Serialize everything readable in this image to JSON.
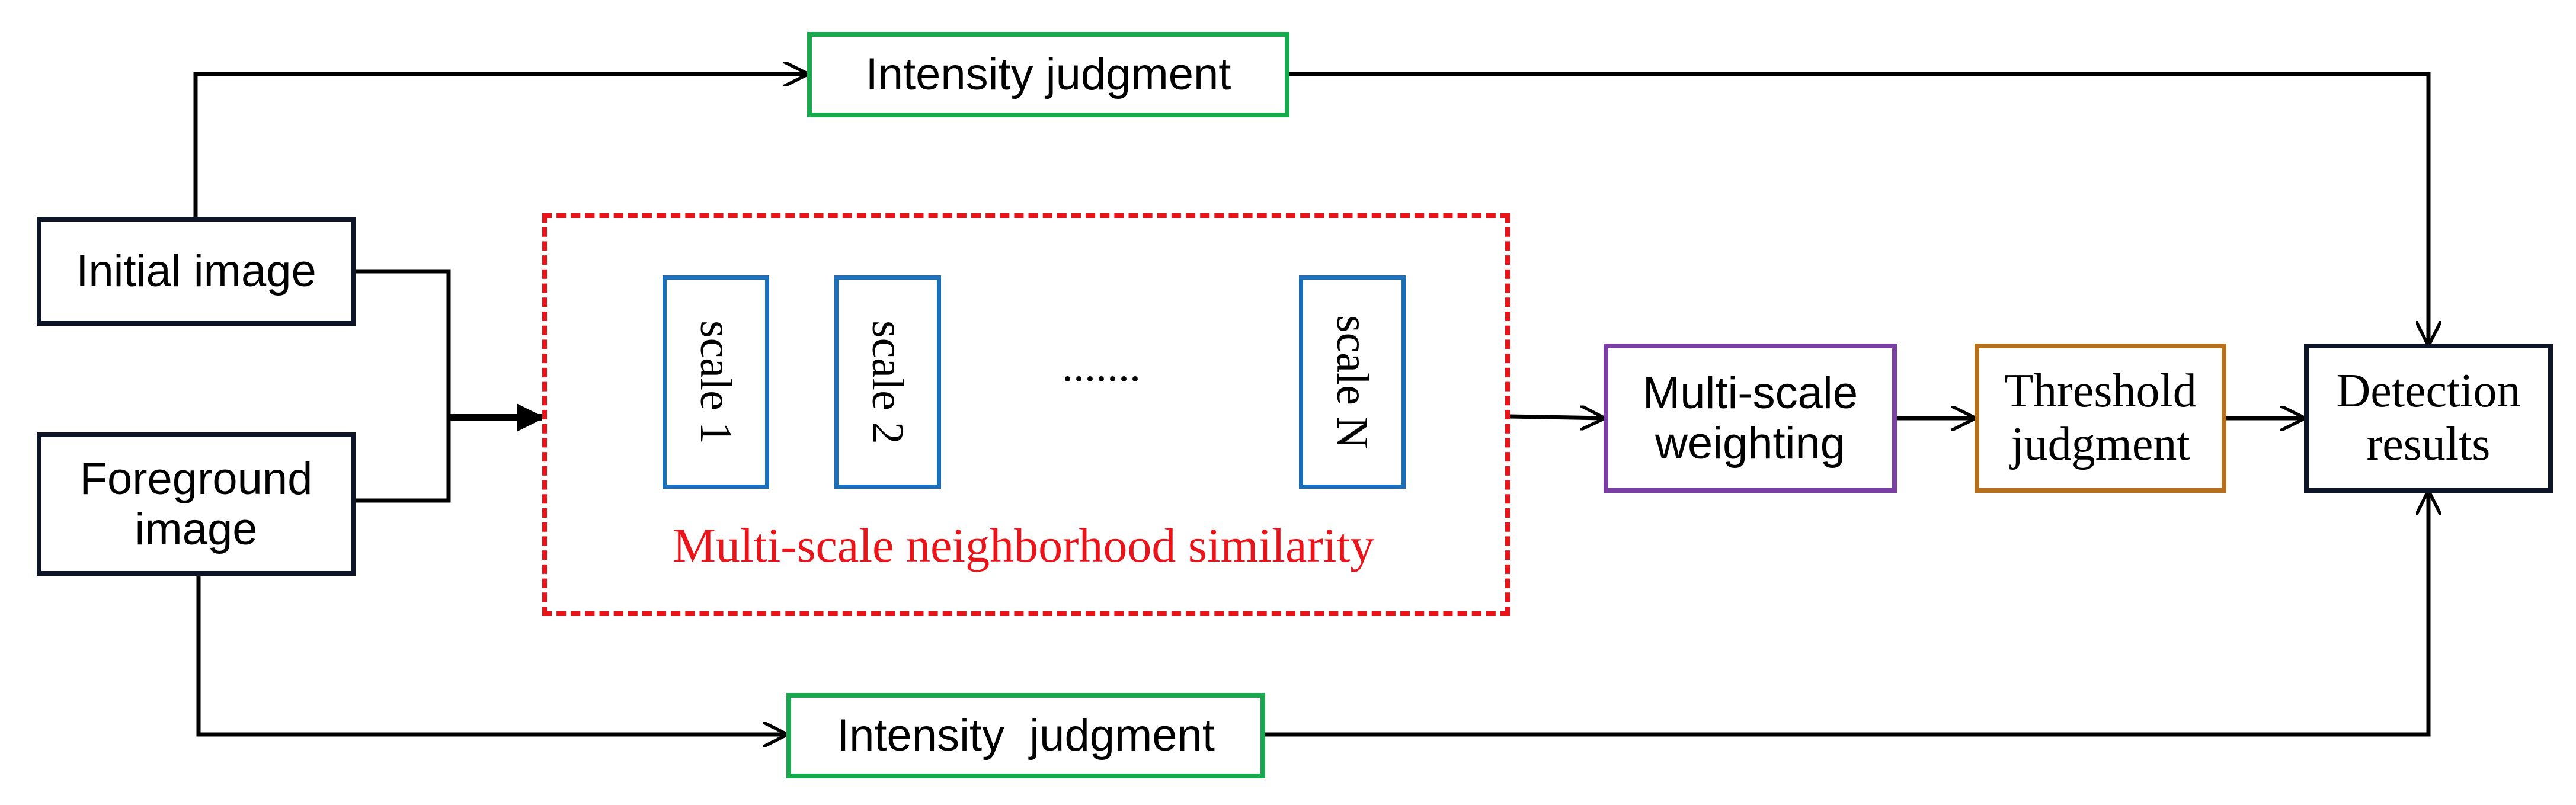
{
  "nodes": {
    "initial_image": "Initial image",
    "foreground_image": [
      "Foreground",
      "image"
    ],
    "intensity_top": "Intensity judgment",
    "intensity_bottom": "Intensity  judgment",
    "scales": [
      "scale 1",
      "scale 2",
      "scale N"
    ],
    "ellipsis": ".......",
    "group_caption": "Multi-scale neighborhood similarity",
    "multiscale_weighting": [
      "Multi-scale",
      "weighting"
    ],
    "threshold_judgment": [
      "Threshold",
      "judgment"
    ],
    "detection_results": [
      "Detection",
      "results"
    ]
  },
  "colors": {
    "black_box": "#0d1526",
    "green_box": "#18a84e",
    "blue_box": "#1a6fbd",
    "red_dashed": "#e8141a",
    "purple_box": "#7a3fa3",
    "orange_box": "#b4701f",
    "arrow": "#000000"
  }
}
